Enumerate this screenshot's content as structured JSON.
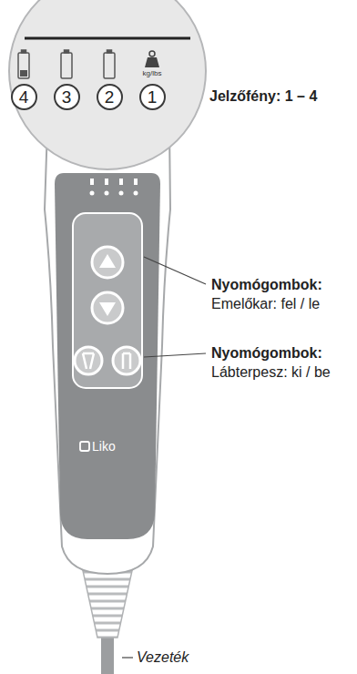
{
  "diagram": {
    "nodes": [
      {
        "text": [
          "4"
        ]
      },
      {
        "text": [
          "3"
        ]
      },
      {
        "text": [
          "2"
        ]
      },
      {
        "text": [
          "1"
        ]
      }
    ],
    "labels": [
      "kg/lbs",
      "Jelzőfény: 1 – 4",
      "Nyomógombok:",
      "Emelőkar: fel / le",
      "Nyomógombok:",
      "Lábterpesz: ki / be",
      "Liko",
      "Vezeték"
    ]
  }
}
